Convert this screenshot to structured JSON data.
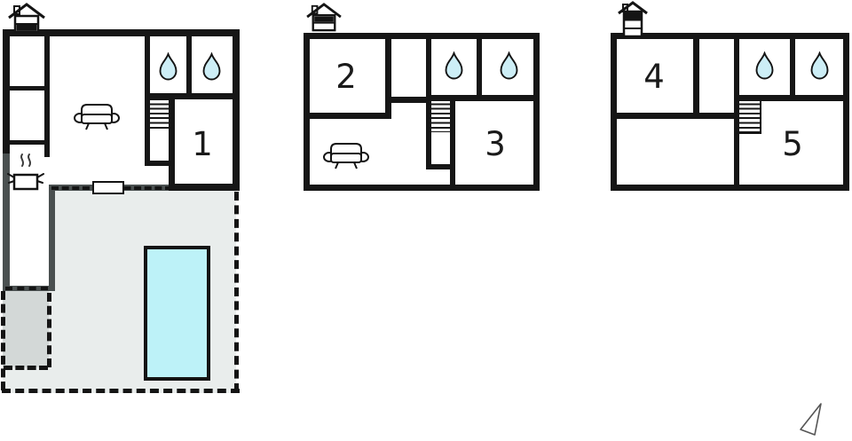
{
  "title": "holiday-home-floor-plan",
  "floors": [
    {
      "name": "ground-floor",
      "icon": "house-ground-floor-icon",
      "room_labels": [
        "1"
      ],
      "bathrooms": 2,
      "features": [
        "sofa",
        "kitchen-pot",
        "stairs",
        "window",
        "terrace",
        "patio",
        "pool"
      ]
    },
    {
      "name": "first-floor",
      "icon": "house-first-floor-icon",
      "room_labels": [
        "2",
        "3"
      ],
      "bathrooms": 2,
      "features": [
        "sofa",
        "stairs"
      ]
    },
    {
      "name": "second-floor",
      "icon": "house-second-floor-icon",
      "room_labels": [
        "4",
        "5"
      ],
      "bathrooms": 2,
      "features": [
        "stairs"
      ]
    }
  ],
  "rooms": {
    "r1": "1",
    "r2": "2",
    "r3": "3",
    "r4": "4",
    "r5": "5"
  },
  "icons": {
    "bathroom": "water-drop-icon",
    "living_room": "sofa-icon",
    "kitchen": "cooking-pot-icon",
    "floor_indicator": "house-icon",
    "orientation": "north-arrow-icon"
  },
  "colors": {
    "wall": "#161616",
    "exterior_wall": "#4a5050",
    "terrace": "#e9edec",
    "patio": "#d3d8d7",
    "pool": "#bdf2f8",
    "water_drop": "#cdeef6",
    "background": "#ffffff"
  }
}
